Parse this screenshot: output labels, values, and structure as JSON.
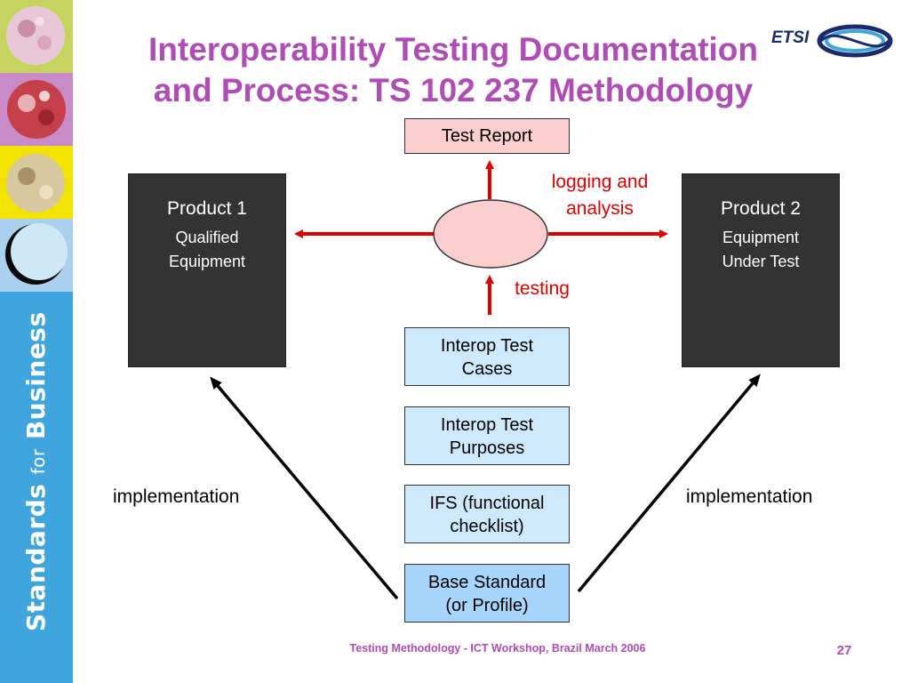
{
  "title": {
    "line1": "Interoperability Testing Documentation",
    "line2": "and Process: TS 102 237 Methodology"
  },
  "logo": {
    "text": "ETSI"
  },
  "sidebar": {
    "brand_bold1": "Standards",
    "brand_small": "for",
    "brand_bold2": "Business"
  },
  "diagram": {
    "test_report": "Test Report",
    "product1": {
      "title": "Product 1",
      "line1": "Qualified",
      "line2": "Equipment"
    },
    "product2": {
      "title": "Product 2",
      "line1": "Equipment",
      "line2": "Under Test"
    },
    "logging_line1": "logging and",
    "logging_line2": "analysis",
    "testing": "testing",
    "stack": [
      {
        "line1": "Interop Test",
        "line2": "Cases"
      },
      {
        "line1": "Interop Test",
        "line2": "Purposes"
      },
      {
        "line1": "IFS (functional",
        "line2": "checklist)"
      },
      {
        "line1": "Base Standard",
        "line2": "(or Profile)"
      }
    ],
    "impl_left": "implementation",
    "impl_right": "implementation"
  },
  "colors": {
    "title": "#b04cb5",
    "arrow_red": "#e00000",
    "sidebar": "#3ea6dc",
    "box_blue": "#cfe9fc",
    "box_pink": "#fbcfd0"
  },
  "footer": {
    "text": "Testing Methodology - ICT Workshop, Brazil March 2006",
    "page": "27"
  }
}
